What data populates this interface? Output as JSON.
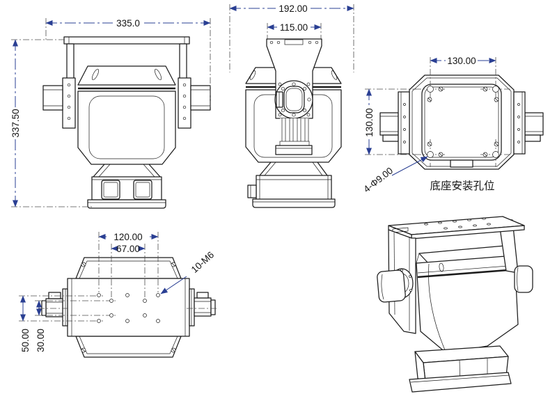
{
  "colors": {
    "line": "#1c1c1c",
    "dimension": "#2a3f93",
    "background": "#ffffff"
  },
  "views": {
    "front": {
      "width": "335.0",
      "height": "337.50"
    },
    "side": {
      "overall_width": "192.00",
      "bracket_width": "115.00"
    },
    "base": {
      "hole_spacing_horizontal": "130.00",
      "hole_spacing_vertical": "130.00",
      "hole_callout": "4-Φ9.00",
      "caption": "底座安装孔位"
    },
    "platform": {
      "hole_spacing_outer": "120.00",
      "hole_spacing_inner": "67.00",
      "row_spacing_outer": "50.00",
      "row_spacing_inner": "30.00",
      "hole_callout": "10-M6"
    }
  }
}
